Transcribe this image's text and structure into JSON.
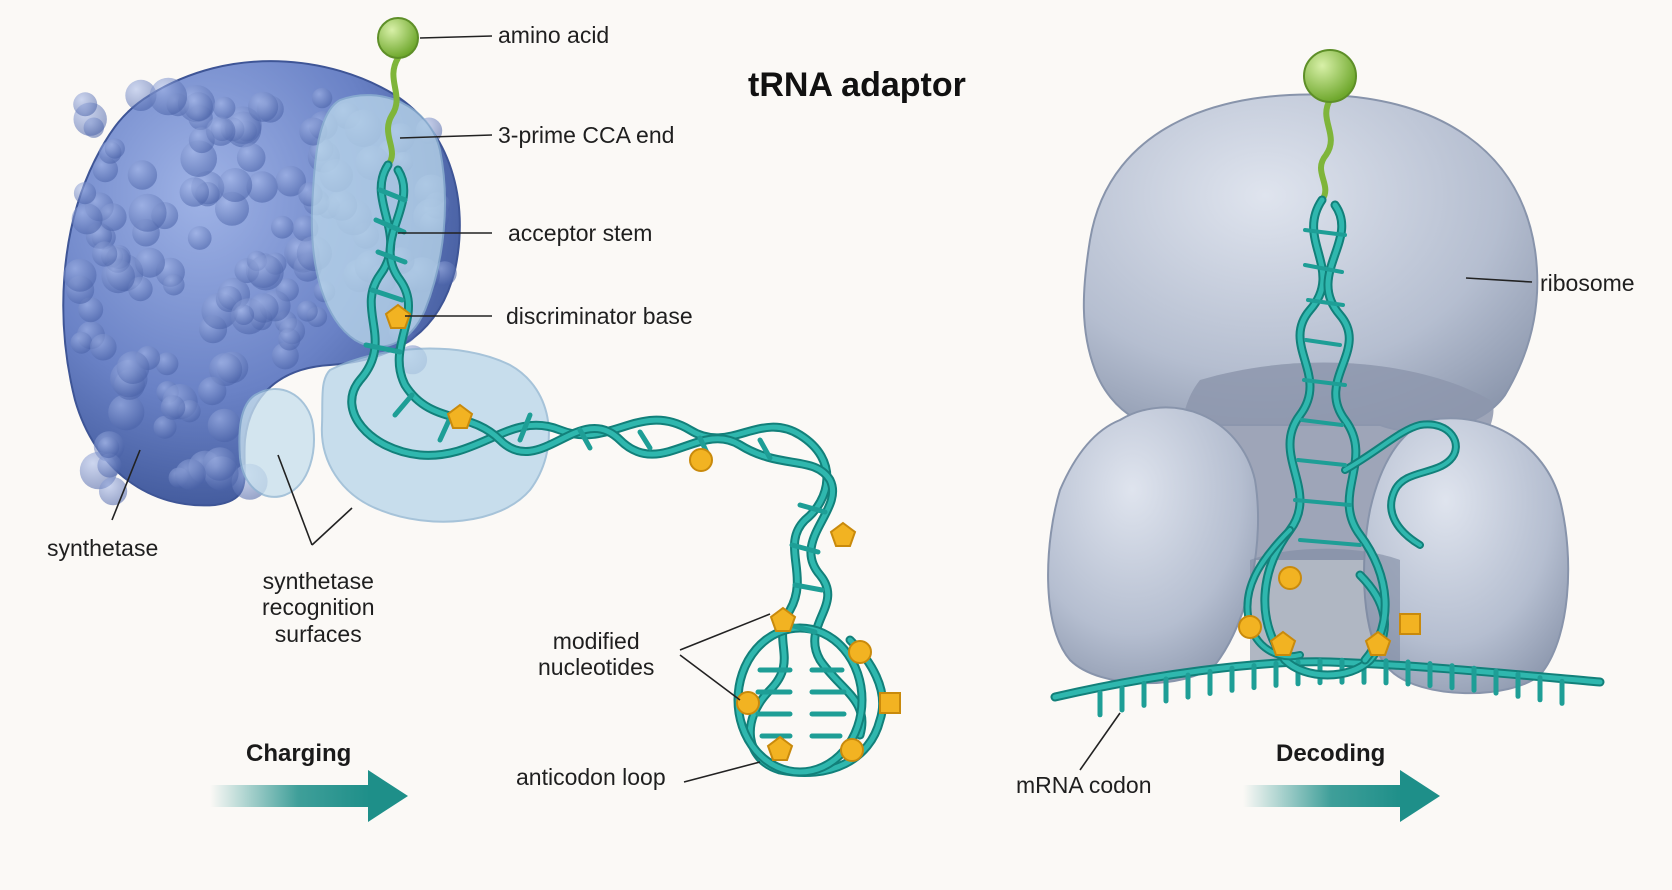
{
  "title": "tRNA adaptor",
  "labels": {
    "amino_acid": "amino acid",
    "cca_end": "3-prime CCA end",
    "acceptor_stem": "acceptor stem",
    "discriminator_base": "discriminator base",
    "synthetase": "synthetase",
    "recognition_surfaces": "synthetase\nrecognition\nsurfaces",
    "modified_nucleotides": "modified\nnucleotides",
    "anticodon_loop": "anticodon loop",
    "ribosome": "ribosome",
    "mrna_codon": "mRNA codon"
  },
  "steps": {
    "charging": "Charging",
    "decoding": "Decoding"
  },
  "colors": {
    "background": "#fbf9f6",
    "trna": "#1e9e96",
    "synthetase": "#5c74b8",
    "recognition": "#b9d6ea",
    "ribosome": "#b6bfd0",
    "amino_acid": "#8cc63f",
    "modification": "#f2b322",
    "arrow": "#1e8f89"
  }
}
